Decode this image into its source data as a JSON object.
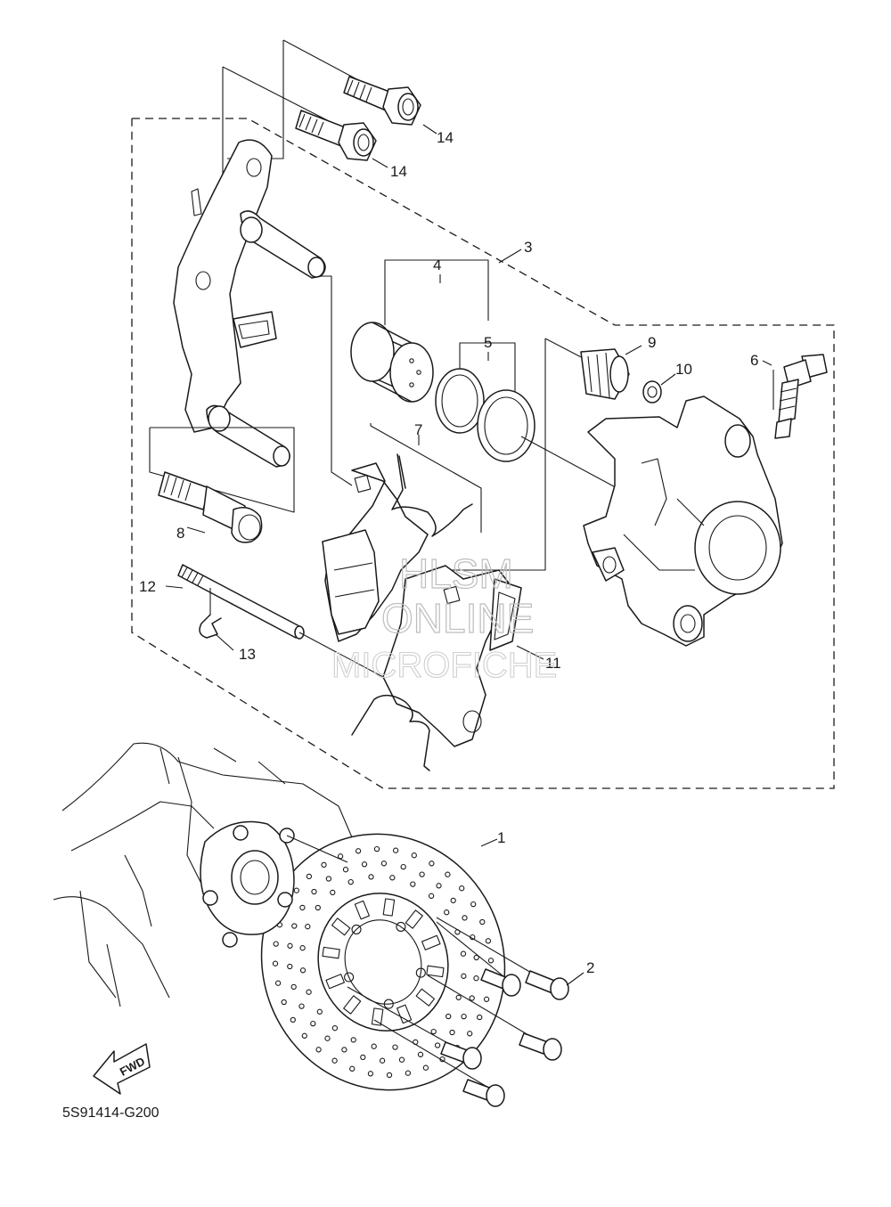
{
  "diagram": {
    "callouts": {
      "c1": "1",
      "c2": "2",
      "c3": "3",
      "c4": "4",
      "c5": "5",
      "c6": "6",
      "c7": "7",
      "c8": "8",
      "c9": "9",
      "c10": "10",
      "c11": "11",
      "c12": "12",
      "c13": "13",
      "c14a": "14",
      "c14b": "14"
    },
    "fwd_label": "FWD",
    "drawing_code": "5S91414-G200"
  },
  "watermark": {
    "line1": "HLSM",
    "line2": "ONLINE",
    "line3": "MICROFICHE"
  }
}
